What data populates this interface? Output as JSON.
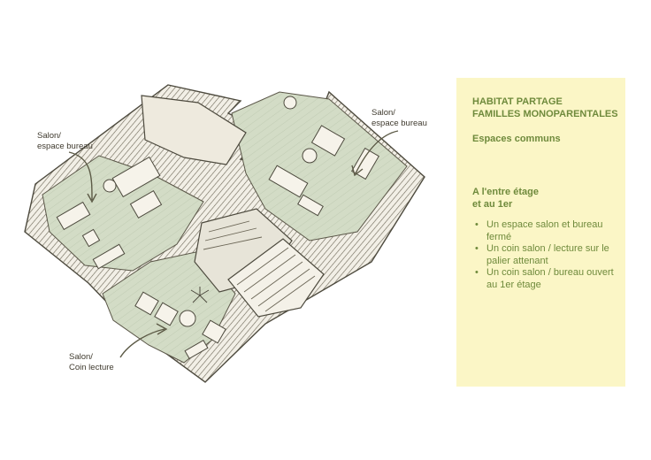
{
  "floorplan": {
    "callouts": {
      "left": "Salon/\nespace bureau",
      "right": "Salon/\nespace bureau",
      "bottom": "Salon/\nCoin lecture"
    }
  },
  "panel": {
    "title_line1": "HABITAT PARTAGE",
    "title_line2": "FAMILLES MONOPARENTALES",
    "subtitle": "Espaces communs",
    "heading": "A l'entre étage\net au 1er",
    "items": [
      "Un espace salon et bureau fermé",
      "Un coin salon / lecture sur le palier attenant",
      "Un coin salon / bureau ouvert au 1er étage"
    ]
  },
  "colors": {
    "panel_bg": "#fbf6c6",
    "panel_text": "#6f8a3c",
    "floor_green": "#d3dcc6",
    "line": "#4d4a3e"
  }
}
